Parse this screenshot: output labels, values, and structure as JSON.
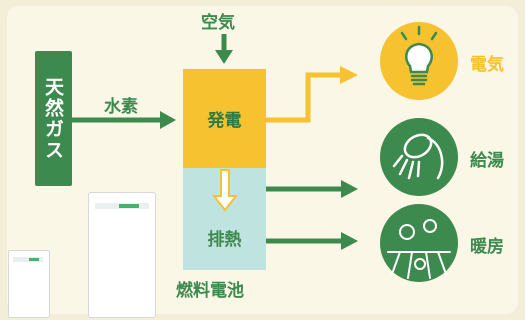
{
  "inputs": {
    "air": "空気",
    "natural_gas": "天然ガス",
    "hydrogen": "水素"
  },
  "fuel_cell": {
    "generation": "発電",
    "exhaust_heat": "排熱",
    "name": "燃料電池"
  },
  "outputs": [
    {
      "label": "電気",
      "icon": "lightbulb-icon",
      "color": "#f7c230"
    },
    {
      "label": "給湯",
      "icon": "shower-icon",
      "color": "#3d8a4e"
    },
    {
      "label": "暖房",
      "icon": "floor-heating-icon",
      "color": "#3d8a4e"
    }
  ],
  "colors": {
    "green": "#3d8a4e",
    "yellow": "#f7c230",
    "teal": "#bfe3de",
    "background": "#fbf7e6"
  }
}
